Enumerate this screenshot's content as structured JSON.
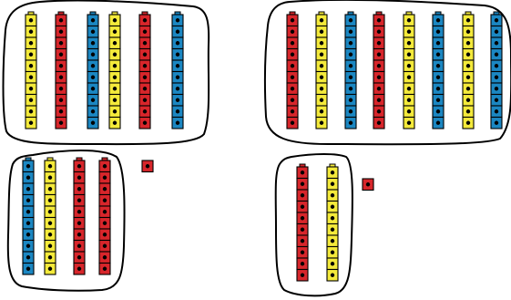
{
  "colors": {
    "red": "#d7262b",
    "yellow": "#f4ea3b",
    "blue": "#1b87c2",
    "outline": "#000000",
    "dot": "#000000",
    "background": "#ffffff"
  },
  "cube_icon": "snap-cube-with-center-dot",
  "groups": [
    {
      "name": "group-top-left",
      "lasso": "closed-loop",
      "towers": [
        {
          "color": "yellow",
          "cubes": 10
        },
        {
          "color": "red",
          "cubes": 10
        },
        {
          "color": "blue",
          "cubes": 10
        },
        {
          "color": "yellow",
          "cubes": 10
        },
        {
          "color": "red",
          "cubes": 10
        },
        {
          "color": "blue",
          "cubes": 10
        }
      ]
    },
    {
      "name": "group-top-right",
      "lasso": "closed-loop",
      "towers": [
        {
          "color": "red",
          "cubes": 10
        },
        {
          "color": "yellow",
          "cubes": 10
        },
        {
          "color": "blue",
          "cubes": 10
        },
        {
          "color": "red",
          "cubes": 10
        },
        {
          "color": "yellow",
          "cubes": 10
        },
        {
          "color": "blue",
          "cubes": 10
        },
        {
          "color": "yellow",
          "cubes": 10
        },
        {
          "color": "blue",
          "cubes": 10
        }
      ]
    },
    {
      "name": "group-bottom-left",
      "lasso": "closed-loop",
      "towers": [
        {
          "color": "blue",
          "cubes": 10
        },
        {
          "color": "yellow",
          "cubes": 10
        },
        {
          "color": "red",
          "cubes": 10
        },
        {
          "color": "red",
          "cubes": 10
        }
      ]
    },
    {
      "name": "group-bottom-right",
      "lasso": "closed-loop",
      "towers": [
        {
          "color": "red",
          "cubes": 10
        },
        {
          "color": "yellow",
          "cubes": 10
        }
      ]
    }
  ],
  "single_cubes": [
    {
      "name": "single-cube-left",
      "color": "red"
    },
    {
      "name": "single-cube-right",
      "color": "red"
    }
  ]
}
